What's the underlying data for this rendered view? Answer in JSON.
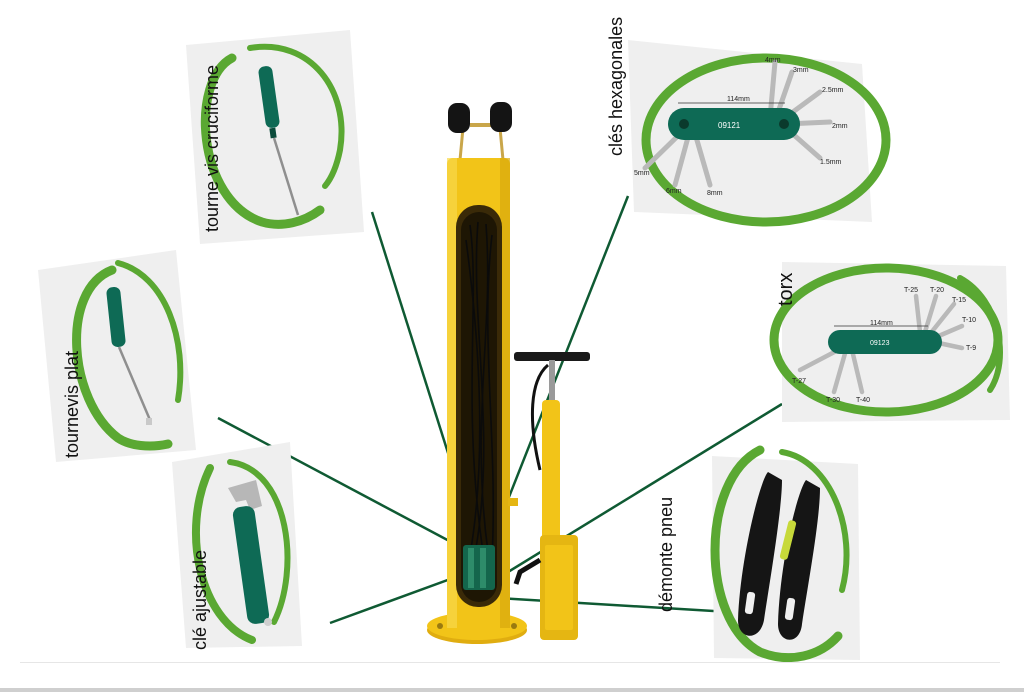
{
  "colors": {
    "accent_green": "#5aa832",
    "line_green": "#0f5a33",
    "station_yellow": "#f2c418",
    "tool_teal": "#0e6a55"
  },
  "labels": {
    "screwdriver_cross": "tourne vis cruciforme",
    "screwdriver_flat": "tournevis plat",
    "adjustable_wrench": "clé ajustable",
    "hex_keys": "clés hexagonales",
    "torx": "torx",
    "tire_lever": "démonte pneu"
  },
  "hex_tool": {
    "length": "114mm",
    "code": "09121",
    "sizes": [
      "4mm",
      "3mm",
      "2.5mm",
      "2mm",
      "1.5mm",
      "5mm",
      "6mm",
      "8mm"
    ]
  },
  "torx_tool": {
    "length": "114mm",
    "code": "09123",
    "sizes": [
      "T-25",
      "T-20",
      "T-15",
      "T-10",
      "T-9",
      "T-27",
      "T-30",
      "T-40"
    ]
  },
  "icons": [
    "bike-repair-station",
    "floor-pump",
    "screwdriver",
    "wrench",
    "hex-key-set",
    "torx-key-set",
    "tire-levers"
  ]
}
